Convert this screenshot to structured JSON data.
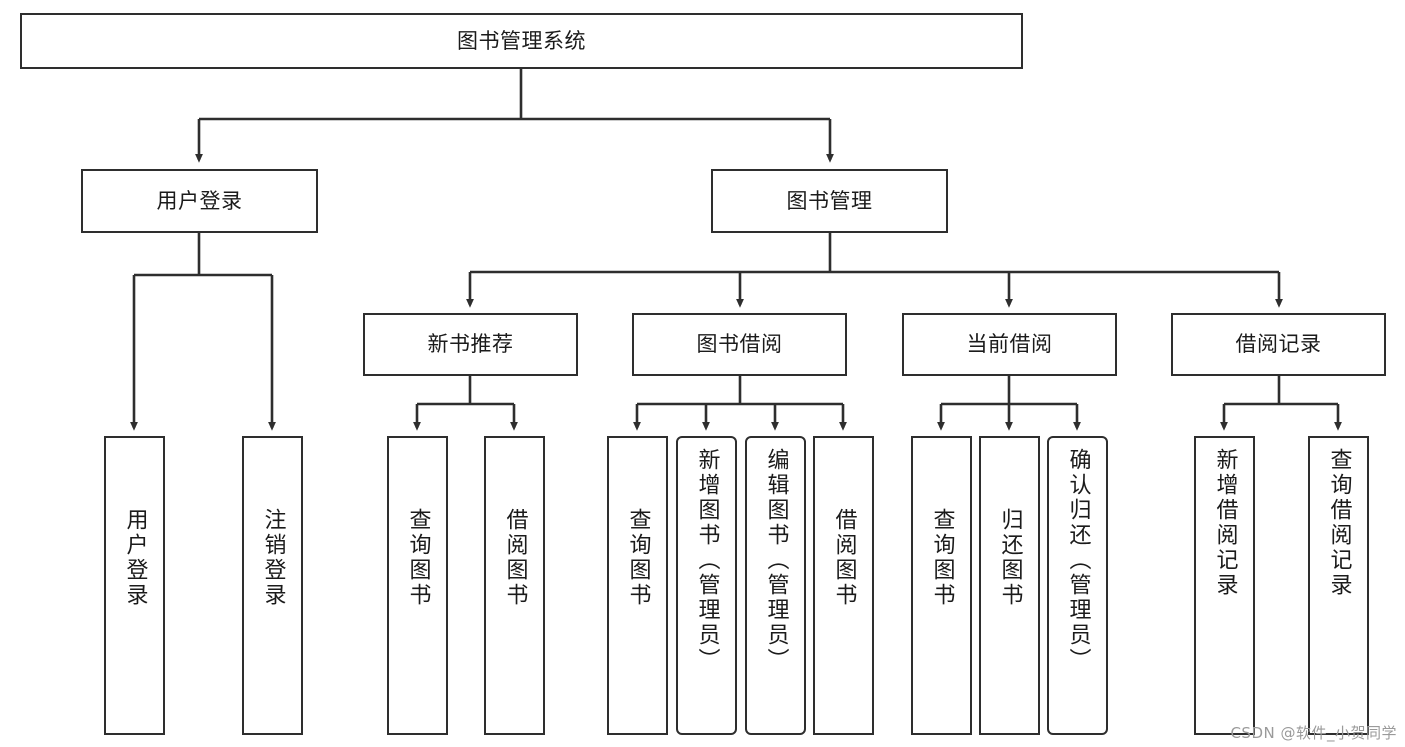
{
  "diagram": {
    "title": "图书管理系统",
    "type": "tree",
    "root": {
      "id": "root",
      "label": "图书管理系统"
    },
    "level1": [
      {
        "id": "user-login",
        "label": "用户登录"
      },
      {
        "id": "book-manage",
        "label": "图书管理"
      }
    ],
    "level2": [
      {
        "id": "new-book-rec",
        "label": "新书推荐",
        "parent": "book-manage"
      },
      {
        "id": "book-borrow",
        "label": "图书借阅",
        "parent": "book-manage"
      },
      {
        "id": "current-borrow",
        "label": "当前借阅",
        "parent": "book-manage"
      },
      {
        "id": "borrow-record",
        "label": "借阅记录",
        "parent": "book-manage"
      }
    ],
    "leaves": [
      {
        "id": "leaf-user-login",
        "label": "用户登录",
        "parent": "user-login"
      },
      {
        "id": "leaf-logout",
        "label": "注销登录",
        "parent": "user-login"
      },
      {
        "id": "leaf-query-book-1",
        "label": "查询图书",
        "parent": "new-book-rec"
      },
      {
        "id": "leaf-borrow-book-1",
        "label": "借阅图书",
        "parent": "new-book-rec"
      },
      {
        "id": "leaf-query-book-2",
        "label": "查询图书",
        "parent": "book-borrow"
      },
      {
        "id": "leaf-add-book",
        "label": "新增图书（管理员）",
        "parent": "book-borrow"
      },
      {
        "id": "leaf-edit-book",
        "label": "编辑图书（管理员）",
        "parent": "book-borrow"
      },
      {
        "id": "leaf-borrow-book-2",
        "label": "借阅图书",
        "parent": "book-borrow"
      },
      {
        "id": "leaf-query-book-3",
        "label": "查询图书",
        "parent": "current-borrow"
      },
      {
        "id": "leaf-return-book",
        "label": "归还图书",
        "parent": "current-borrow"
      },
      {
        "id": "leaf-confirm-return",
        "label": "确认归还（管理员）",
        "parent": "current-borrow"
      },
      {
        "id": "leaf-add-record",
        "label": "新增借阅记录",
        "parent": "borrow-record"
      },
      {
        "id": "leaf-query-record",
        "label": "查询借阅记录",
        "parent": "borrow-record"
      }
    ],
    "colors": {
      "stroke": "#2e2e2e",
      "fill": "#ffffff",
      "text": "#1b1b1b",
      "watermark": "#9a9a9a"
    }
  },
  "watermark": {
    "text": "CSDN @软件_小贺同学"
  }
}
